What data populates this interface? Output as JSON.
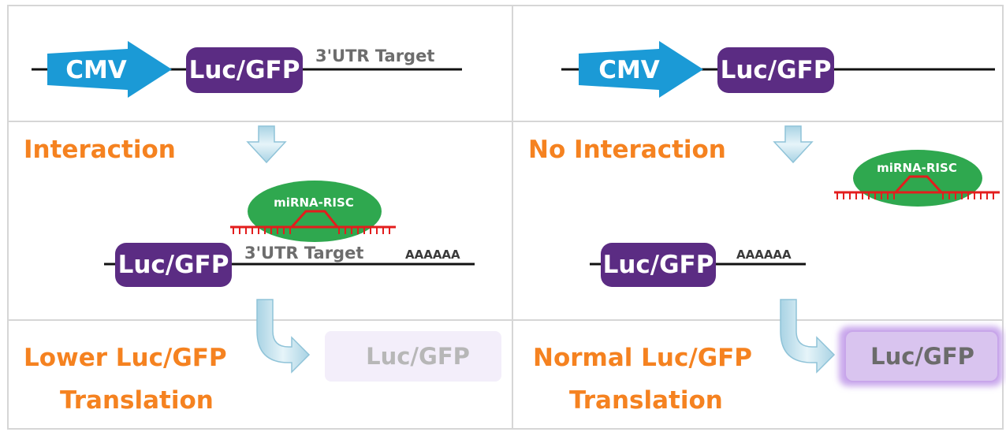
{
  "left": {
    "promoter": "CMV",
    "reporter": "Luc/GFP",
    "utr_label": "3'UTR Target",
    "condition": "Interaction",
    "complex": "miRNA-RISC",
    "mrna_reporter": "Luc/GFP",
    "mrna_utr_label": "3'UTR Target",
    "poly_a": "AAAAAA",
    "result_line1": "Lower Luc/GFP",
    "result_line2": "Translation",
    "product": "Luc/GFP"
  },
  "right": {
    "promoter": "CMV",
    "reporter": "Luc/GFP",
    "condition": "No Interaction",
    "complex": "miRNA-RISC",
    "mrna_reporter": "Luc/GFP",
    "poly_a": "AAAAAA",
    "result_line1": "Normal Luc/GFP",
    "result_line2": "Translation",
    "product": "Luc/GFP"
  },
  "colors": {
    "promoter": "#1b9ad6",
    "reporter": "#5b2c83",
    "condition_text": "#f58220",
    "risc": "#2fa84f",
    "seed_match": "#e31d1d",
    "flow_arrow": "#bfe0ec",
    "product_faded": "#f3eefa",
    "product_normal": "#d9c4ef",
    "grid_line": "#d6d6d6"
  }
}
